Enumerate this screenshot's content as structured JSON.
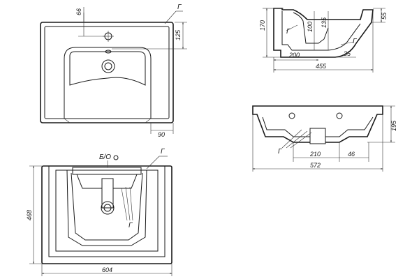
{
  "top_view": {
    "dim_hole_offset": "66",
    "dim_hole_depth": "125",
    "dim_side": "90",
    "label_g": "Г"
  },
  "side_view": {
    "dim_total_height": "170",
    "dim_inner_depth": "100",
    "dim_bowl_depth": "135",
    "dim_rim": "55",
    "dim_drain_pos": "200",
    "dim_drain_offset": "35",
    "dim_depth": "455",
    "label_g1": "Г",
    "label_g2": "Г"
  },
  "front_view": {
    "dim_height": "195",
    "dim_drain_width": "210",
    "dim_edge": "46",
    "dim_width": "572",
    "label_g": "Г"
  },
  "bottom_view": {
    "dim_height": "468",
    "dim_width": "604",
    "label_bo": "Б/О",
    "label_g1": "Г",
    "label_g2": "Г"
  }
}
